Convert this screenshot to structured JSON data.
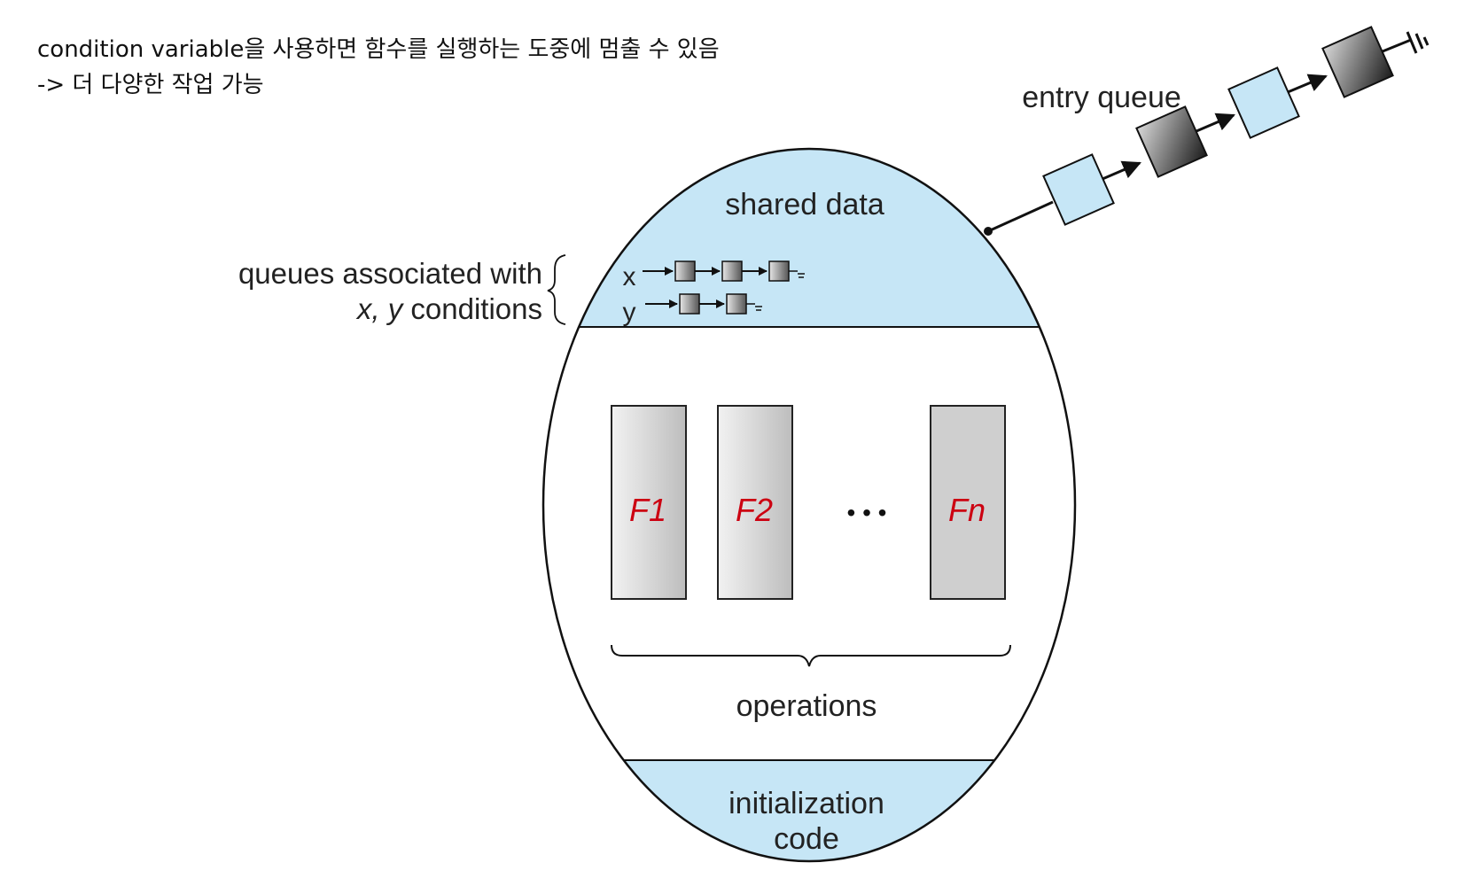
{
  "note": {
    "line1": "condition variable을 사용하면 함수를 실행하는 도중에 멈출 수 있음",
    "line2": "-> 더 다양한 작업 가능"
  },
  "diagram": {
    "entry_queue_label": "entry queue",
    "shared_data_label": "shared data",
    "queues_label_line1": "queues associated with",
    "queues_label_line2": "conditions",
    "queues_label_vars": "x, y",
    "condition_x": "x",
    "condition_y": "y",
    "functions": [
      "F1",
      "F2",
      "Fn"
    ],
    "ellipsis": "• • •",
    "operations_label": "operations",
    "init_label_line1": "initialization",
    "init_label_line2": "code"
  },
  "colors": {
    "light_blue": "#c6e6f6",
    "outline": "#111111",
    "handwriting_red": "#cc0011",
    "function_box": "#cfcfcf"
  }
}
